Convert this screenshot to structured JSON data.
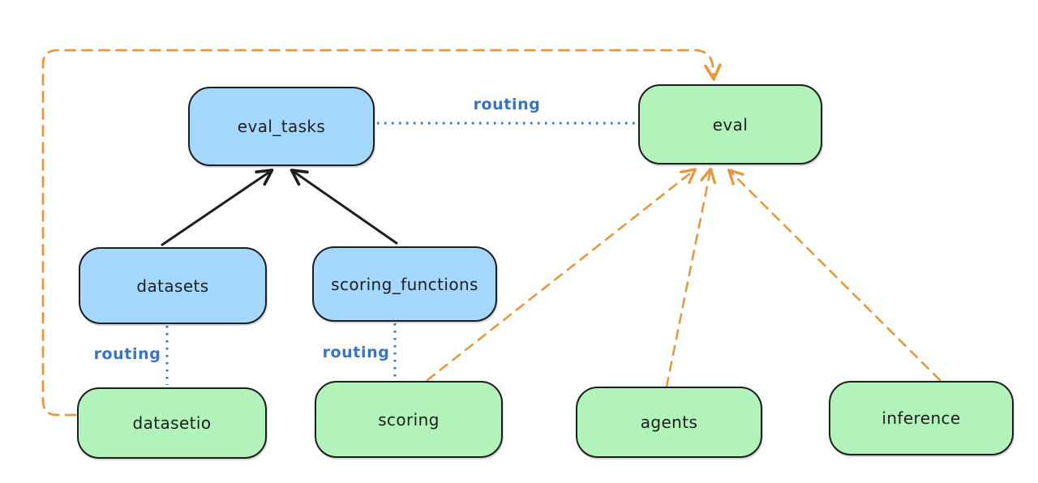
{
  "diagram": {
    "nodes": {
      "eval_tasks": {
        "label": "eval_tasks",
        "kind": "resource",
        "fill": "#a5d8ff"
      },
      "eval": {
        "label": "eval",
        "kind": "provider",
        "fill": "#b2f2bb"
      },
      "datasets": {
        "label": "datasets",
        "kind": "resource",
        "fill": "#a5d8ff"
      },
      "scoring_functions": {
        "label": "scoring_functions",
        "kind": "resource",
        "fill": "#a5d8ff"
      },
      "datasetio": {
        "label": "datasetio",
        "kind": "provider",
        "fill": "#b2f2bb"
      },
      "scoring": {
        "label": "scoring",
        "kind": "provider",
        "fill": "#b2f2bb"
      },
      "agents": {
        "label": "agents",
        "kind": "provider",
        "fill": "#b2f2bb"
      },
      "inference": {
        "label": "inference",
        "kind": "provider",
        "fill": "#b2f2bb"
      }
    },
    "edge_labels": {
      "eval_tasks_eval": "routing",
      "datasets_datasetio": "routing",
      "scoring_functions_scoring": "routing"
    },
    "edges": {
      "solid_black": [
        {
          "from": "datasets",
          "to": "eval_tasks"
        },
        {
          "from": "scoring_functions",
          "to": "eval_tasks"
        }
      ],
      "dotted_blue_routing": [
        {
          "from": "eval_tasks",
          "to": "eval"
        },
        {
          "from": "datasets",
          "to": "datasetio"
        },
        {
          "from": "scoring_functions",
          "to": "scoring"
        }
      ],
      "dashed_orange": [
        {
          "from": "datasetio",
          "to": "eval",
          "path": "loop-around-left-and-top"
        },
        {
          "from": "scoring",
          "to": "eval"
        },
        {
          "from": "agents",
          "to": "eval"
        },
        {
          "from": "inference",
          "to": "eval"
        }
      ]
    },
    "colors": {
      "background": "#ffffff",
      "node_border": "#1e1e1e",
      "resource_blue_fill": "#a5d8ff",
      "provider_green_fill": "#b2f2bb",
      "routing_blue": "#3575c5",
      "provider_orange": "#e9973d",
      "black_arrow": "#1e1e1e"
    }
  }
}
